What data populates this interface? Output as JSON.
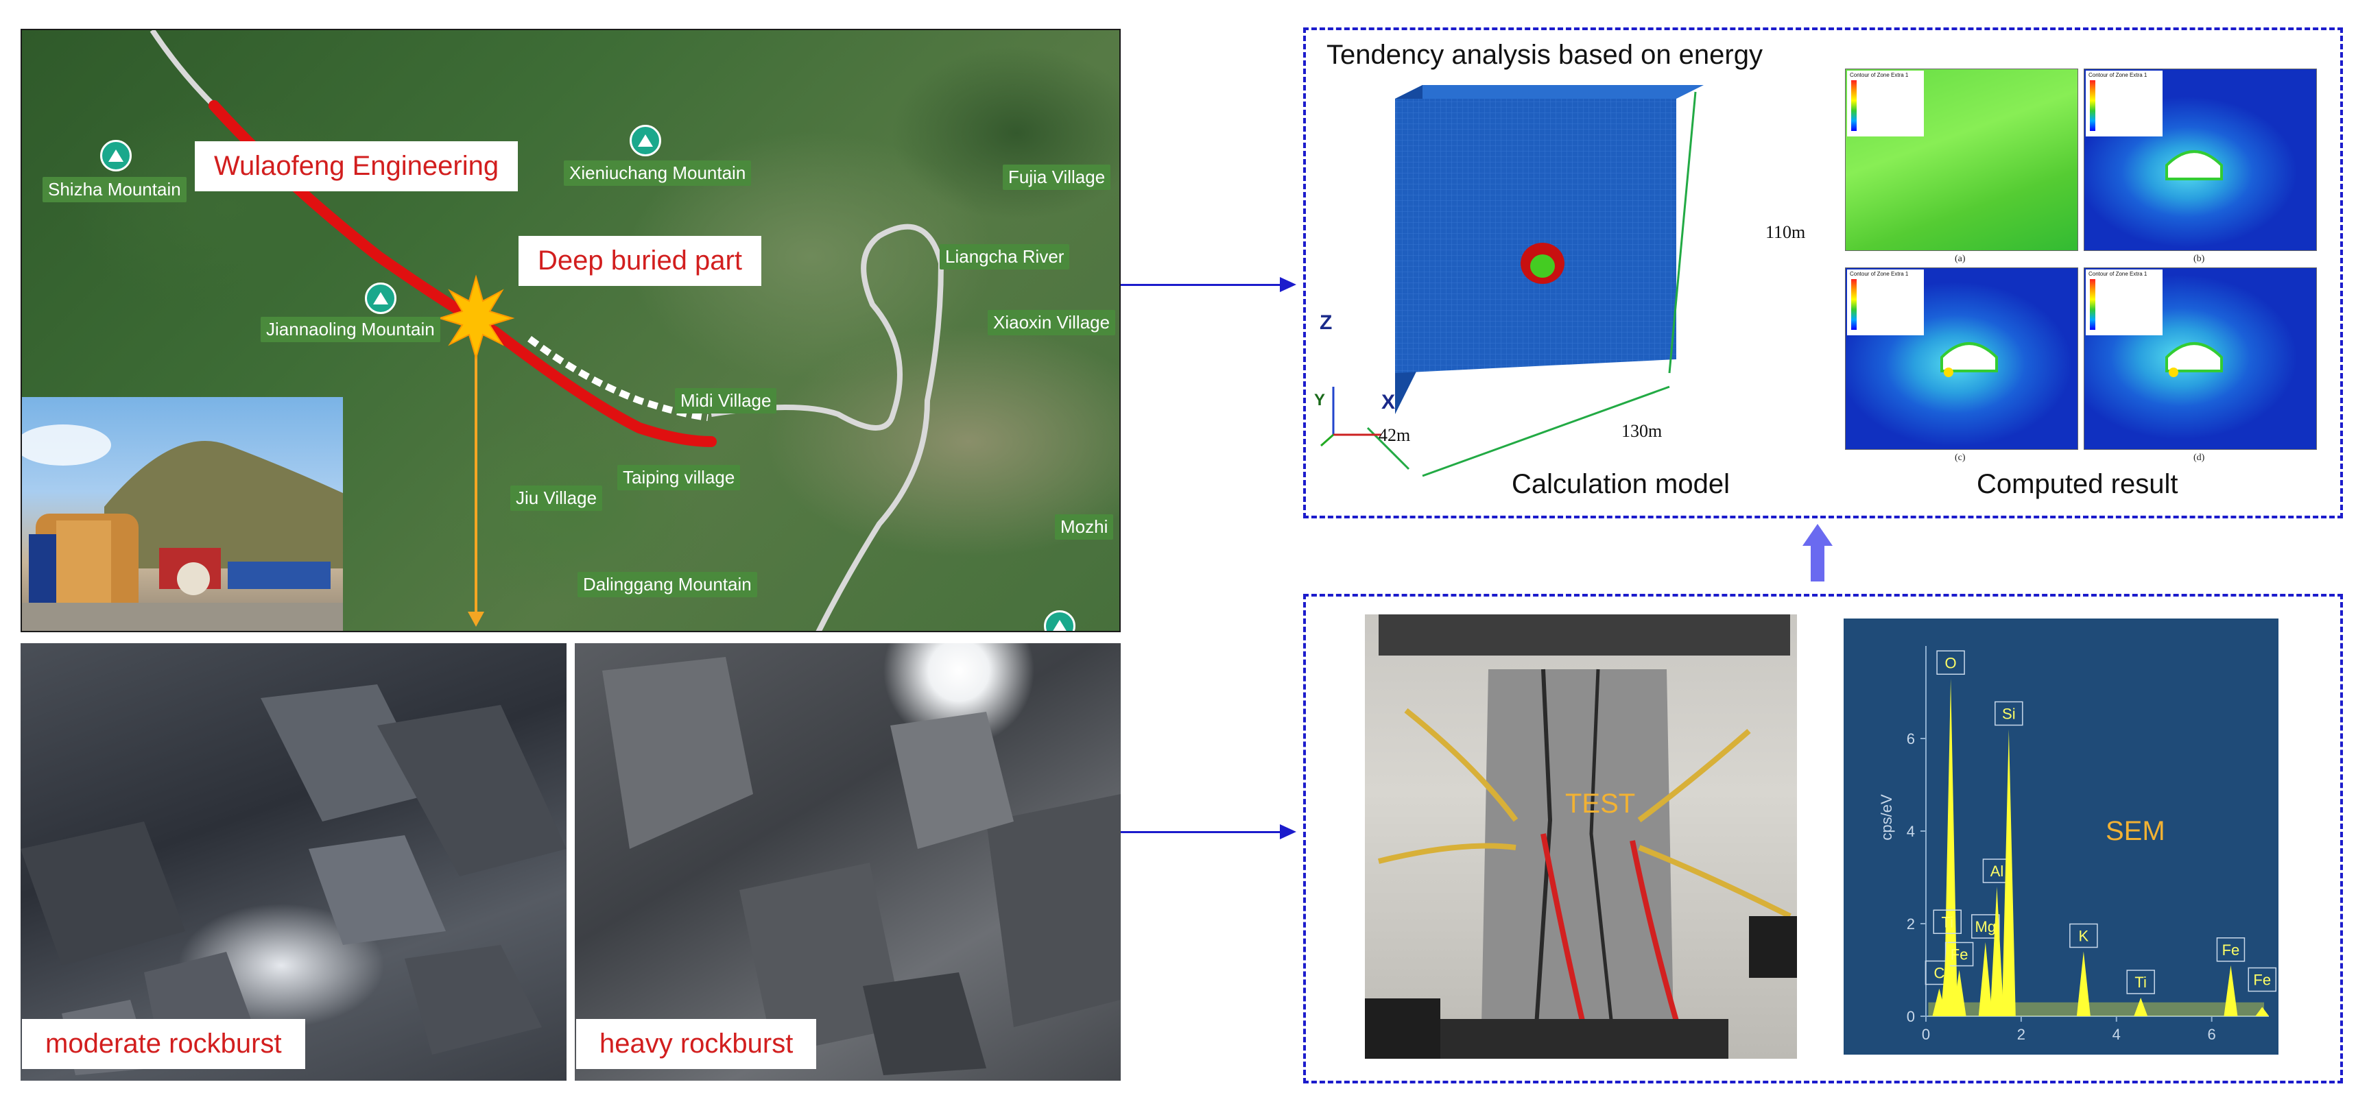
{
  "map": {
    "callouts": {
      "engineering": "Wulaofeng Engineering",
      "deep_part": "Deep buried part"
    },
    "labels": {
      "shizha": "Shizha Mountain",
      "xieniuchang": "Xieniuchang Mountain",
      "fujia": "Fujia Village",
      "liangcha": "Liangcha River",
      "jiannaoling": "Jiannaoling Mountain",
      "xiaoxin": "Xiaoxin Village",
      "midi": "Midi Village",
      "taiping": "Taiping village",
      "jiu": "Jiu Village",
      "mozhi": "Mozhi",
      "dalinggang": "Dalinggang Mountain"
    },
    "colors": {
      "tunnel": "#e01010",
      "road": "#d9d9d9",
      "depth_arrow": "#f5a623",
      "label_bg": "#4a8a3c"
    }
  },
  "photos": {
    "moderate_label": "moderate rockburst",
    "heavy_label": "heavy rockburst"
  },
  "model_panel": {
    "heading": "Tendency analysis based on energy",
    "model_caption": "Calculation model",
    "result_caption": "Computed result",
    "dims": {
      "height": "110m",
      "width": "130m",
      "depth": "42m"
    },
    "axes": {
      "z": "Z",
      "y": "Y",
      "x": "X"
    },
    "sub_labels": [
      "(a)",
      "(b)",
      "(c)",
      "(d)"
    ],
    "contour_titles": [
      "Contour of Zone Extra 1",
      "Contour of Zone Extra 1",
      "Contour of Zone Extra 1",
      "Contour of Zone Extra 1"
    ]
  },
  "test_panel": {
    "test_label": "TEST",
    "sem_label": "SEM"
  },
  "chart_data": {
    "type": "line",
    "title": "",
    "xlabel": "",
    "ylabel": "cps/eV",
    "xlim": [
      0,
      7.2
    ],
    "ylim": [
      0,
      8
    ],
    "x_ticks": [
      "0",
      "2",
      "4",
      "6"
    ],
    "y_ticks": [
      "0",
      "2",
      "4",
      "6"
    ],
    "peaks": [
      {
        "element": "C",
        "x": 0.28,
        "y": 0.6
      },
      {
        "element": "O",
        "x": 0.52,
        "y": 7.3
      },
      {
        "element": "Fe",
        "x": 0.7,
        "y": 1.0
      },
      {
        "element": "Ti",
        "x": 0.45,
        "y": 1.7
      },
      {
        "element": "Mg",
        "x": 1.25,
        "y": 1.6
      },
      {
        "element": "Al",
        "x": 1.49,
        "y": 2.8
      },
      {
        "element": "Si",
        "x": 1.74,
        "y": 6.2
      },
      {
        "element": "K",
        "x": 3.31,
        "y": 1.4
      },
      {
        "element": "Ti",
        "x": 4.51,
        "y": 0.4
      },
      {
        "element": "Fe",
        "x": 6.4,
        "y": 1.1
      },
      {
        "element": "Fe",
        "x": 7.06,
        "y": 0.2
      }
    ],
    "colors": {
      "background": "#1f4b78",
      "spectrum": "#ffff33",
      "axis": "#8fb0d0"
    }
  }
}
